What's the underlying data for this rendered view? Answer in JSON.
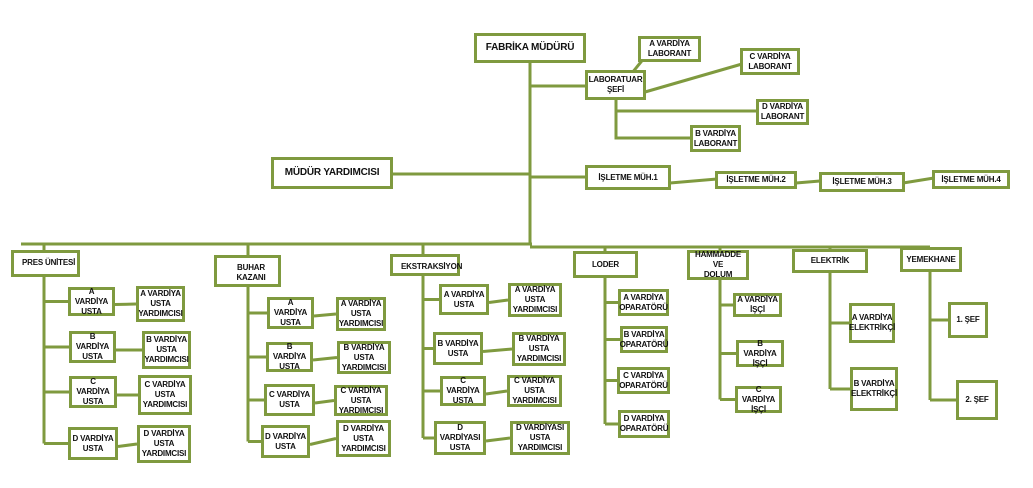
{
  "colors": {
    "line": "#7f9a3f",
    "border": "#7f9a3f",
    "text": "#111111",
    "background": "#ffffff"
  },
  "top": {
    "director": "FABRİKA MÜDÜRÜ",
    "deputy": "MÜDÜR YARDIMCISI",
    "lab_chief": "LABORATUAR\nŞEFİ",
    "lab": [
      "A VARDİYA\nLABORANT",
      "C VARDİYA\nLABORANT",
      "D VARDİYA\nLABORANT",
      "B VARDİYA\nLABORANT"
    ],
    "engineers": [
      "İŞLETME MÜH.1",
      "İŞLETME MÜH.2",
      "İŞLETME MÜH.3",
      "İŞLETME MÜH.4"
    ]
  },
  "departments": [
    {
      "name": "PRES ÜNİTESİ",
      "staff": [
        "A VARDİYA\nUSTA",
        "B VARDİYA\nUSTA",
        "C VARDİYA\nUSTA",
        "D VARDİYA\nUSTA"
      ],
      "assistants": [
        "A VARDİYA\nUSTA\nYARDIMCISI",
        "B VARDİYA\nUSTA\nYARDIMCISI",
        "C VARDİYA\nUSTA\nYARDIMCISI",
        "D VARDİYA\nUSTA\nYARDIMCISI"
      ]
    },
    {
      "name": "BUHAR KAZANI",
      "staff": [
        "A VARDİYA\nUSTA",
        "B VARDİYA\nUSTA",
        "C VARDİYA\nUSTA",
        "D VARDİYA\nUSTA"
      ],
      "assistants": [
        "A VARDİYA\nUSTA\nYARDIMCISI",
        "B VARDİYA\nUSTA\nYARDIMCISI",
        "C VARDİYA\nUSTA\nYARDIMCISI",
        "D VARDİYA\nUSTA\nYARDIMCISI"
      ]
    },
    {
      "name": "EKSTRAKSİYON",
      "staff": [
        "A VARDİYA\nUSTA",
        "B VARDİYA\nUSTA",
        "C VARDİYA\nUSTA",
        "D\nVARDİYASI\nUSTA"
      ],
      "assistants": [
        "A VARDİYA\nUSTA\nYARDIMCISI",
        "B VARDİYA\nUSTA\nYARDIMCISI",
        "C VARDİYA\nUSTA\nYARDIMCISI",
        "D VARDİYASI\nUSTA\nYARDIMCISI"
      ]
    },
    {
      "name": "LODER",
      "staff": [
        "A VARDİYA\nOPARATÖRÜ",
        "B VARDİYA\nOPARATÖRÜ",
        "C VARDİYA\nOPARATÖRÜ",
        "D VARDİYA\nOPARATÖRÜ"
      ]
    },
    {
      "name": "HAMMADDE VE\nDOLUM",
      "staff": [
        "A VARDİYA\nİŞÇİ",
        "B VARDİYA\nİŞÇİ",
        "C VARDİYA\nİŞÇİ"
      ]
    },
    {
      "name": "ELEKTRİK",
      "staff": [
        "A VARDİYA\nELEKTRİKÇİ",
        "B VARDİYA\nELEKTRİKÇİ"
      ]
    },
    {
      "name": "YEMEKHANE",
      "staff": [
        "1. ŞEF",
        "2. ŞEF"
      ]
    }
  ]
}
